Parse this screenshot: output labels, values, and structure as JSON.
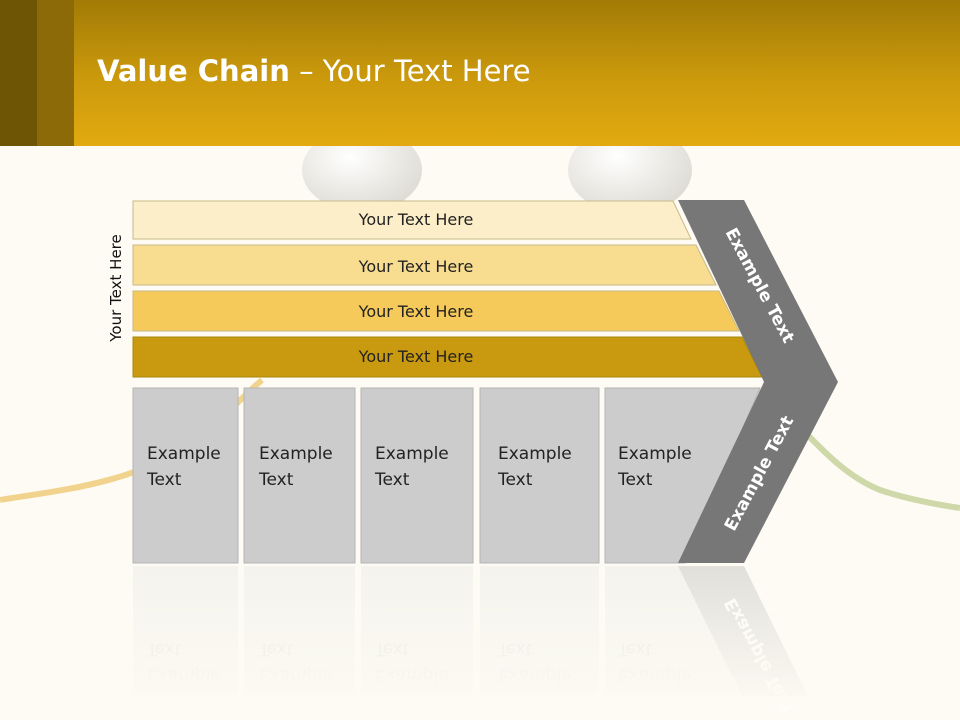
{
  "header": {
    "title_bold": "Value Chain",
    "title_rest": " – Your Text Here"
  },
  "side_label": "Your Text Here",
  "rows": [
    {
      "label": "Your Text Here",
      "color": "#fbeec8"
    },
    {
      "label": "Your Text Here",
      "color": "#f8dc90"
    },
    {
      "label": "Your Text Here",
      "color": "#f5c95a"
    },
    {
      "label": "Your Text Here",
      "color": "#c99a10"
    }
  ],
  "boxes": [
    {
      "line1": "Example",
      "line2": "Text"
    },
    {
      "line1": "Example",
      "line2": "Text"
    },
    {
      "line1": "Example",
      "line2": "Text"
    },
    {
      "line1": "Example",
      "line2": "Text"
    },
    {
      "line1": "Example",
      "line2": "Text"
    }
  ],
  "chevron": {
    "upper_label": "Example Text",
    "lower_label": "Example Text",
    "color": "#777777"
  },
  "colors": {
    "header": "#d9a30f",
    "box": "#cccccc",
    "background": "#fdfbf3"
  }
}
